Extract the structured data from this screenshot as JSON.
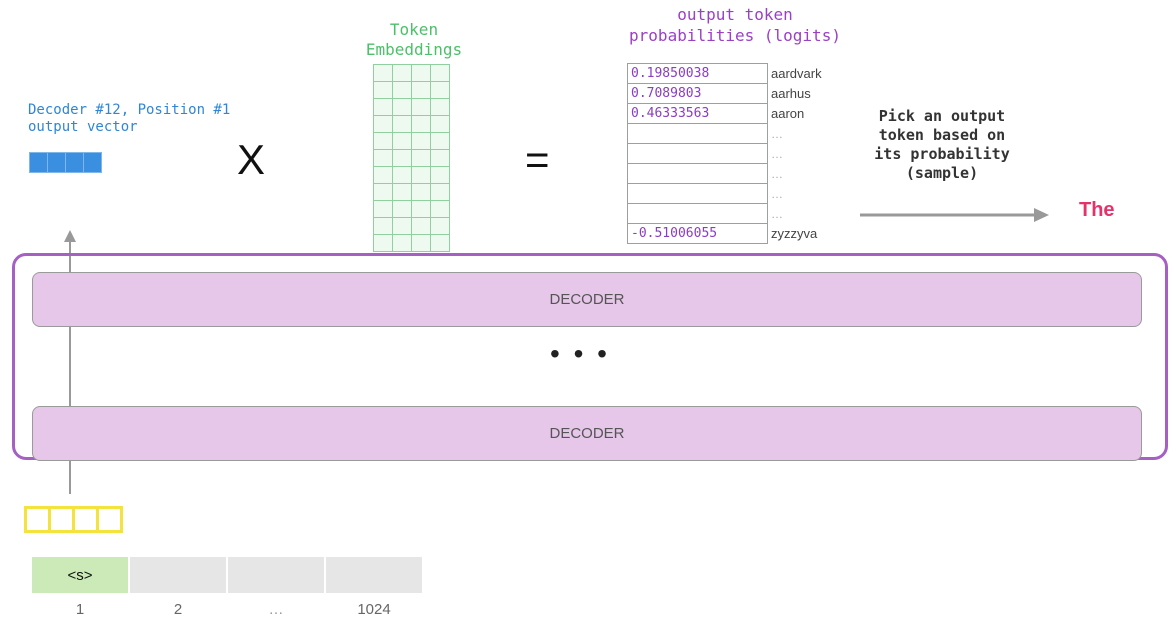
{
  "decoder_output": {
    "label": "Decoder #12, Position #1\noutput vector",
    "vector_cells": 4,
    "vector_color": "#3b8fe0"
  },
  "operators": {
    "multiply": "X",
    "equals": "="
  },
  "token_embeddings": {
    "title": "Token\nEmbeddings",
    "color": "#4cc069",
    "columns": 4,
    "rows": 11
  },
  "logits": {
    "title": "output token\nprobabilities (logits)",
    "color": "#9b3fc7",
    "rows": [
      {
        "value": "0.19850038",
        "word": "aardvark"
      },
      {
        "value": "0.7089803",
        "word": "aarhus"
      },
      {
        "value": "0.46333563",
        "word": "aaron"
      },
      {
        "value": "",
        "word": "…"
      },
      {
        "value": "",
        "word": "…"
      },
      {
        "value": "",
        "word": "…"
      },
      {
        "value": "",
        "word": "…"
      },
      {
        "value": "",
        "word": "…"
      },
      {
        "value": "-0.51006055",
        "word": "zyzzyva"
      }
    ]
  },
  "sampling": {
    "label": "Pick an output\ntoken based on\nits probability\n(sample)",
    "output_token": "The",
    "token_color": "#e4336a"
  },
  "decoder_stack": {
    "border_color": "#a660c4",
    "box_color": "#e6c6e9",
    "top_label": "DECODER",
    "bottom_label": "DECODER",
    "ellipsis": "• • •"
  },
  "input_vector": {
    "cells": 4,
    "color": "#f4e23d"
  },
  "positions": [
    {
      "token": "<s>",
      "number": "1",
      "active": true
    },
    {
      "token": "",
      "number": "2",
      "active": false
    },
    {
      "token": "",
      "number": "…",
      "active": false
    },
    {
      "token": "",
      "number": "1024",
      "active": false
    }
  ]
}
